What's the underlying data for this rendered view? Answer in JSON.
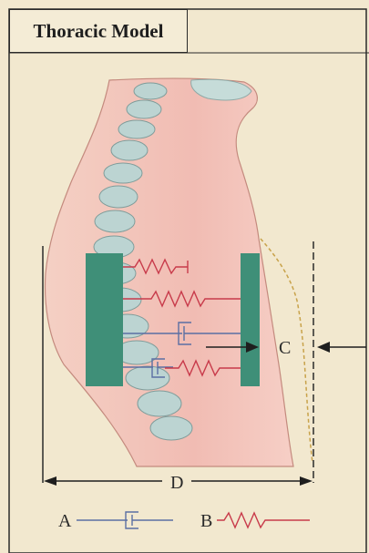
{
  "title": "Thoracic Model",
  "labels": {
    "C": "C",
    "D": "D"
  },
  "legend": [
    {
      "letter": "A",
      "component": "damper",
      "color": "#5b6fa3"
    },
    {
      "letter": "B",
      "component": "spring",
      "color": "#c83a4a"
    }
  ],
  "colors": {
    "background": "#f2e8cf",
    "plate": "#3f8f78",
    "spring": "#c83a4a",
    "damper": "#5b6fa3",
    "skin": "#f0c2b8",
    "bone": "#b9d2d0",
    "outline": "#2a2a2a",
    "dashed_contour": "#c8a24a"
  }
}
